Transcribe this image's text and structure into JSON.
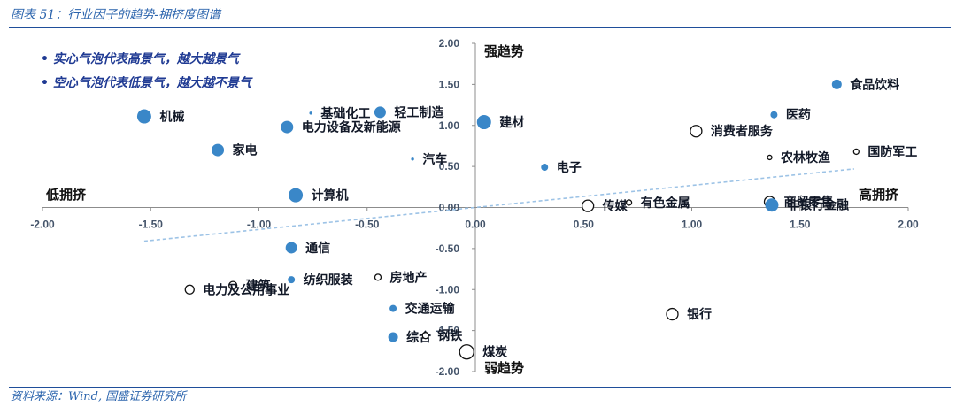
{
  "header": {
    "title": "图表 51：行业因子的趋势-拥挤度图谱"
  },
  "footer": {
    "source": "资料来源：Wind, 国盛证券研究所"
  },
  "colors": {
    "filled": "#3a87c8",
    "hollow_stroke": "#111111",
    "trend": "#9dc3e6",
    "rule": "#1f4e9a"
  },
  "chart_data": {
    "type": "scatter",
    "title": "",
    "xlabel": "",
    "ylabel": "",
    "xlim": [
      -2,
      2
    ],
    "ylim": [
      -2,
      2
    ],
    "x_ticks": [
      "-2.00",
      "-1.50",
      "-1.00",
      "-0.50",
      "0.00",
      "0.50",
      "1.00",
      "1.50",
      "2.00"
    ],
    "y_ticks": [
      "-2.00",
      "-1.50",
      "-1.00",
      "-0.50",
      "0.00",
      "0.50",
      "1.00",
      "1.50",
      "2.00"
    ],
    "quadrant_labels": {
      "top": "强趋势",
      "bottom": "弱趋势",
      "left": "低拥挤",
      "right": "高拥挤"
    },
    "legend": [
      "• 实心气泡代表高景气，越大越景气",
      "• 空心气泡代表低景气，越大越不景气"
    ],
    "trend_line": {
      "x": [
        -1.53,
        1.75
      ],
      "y": [
        -0.41,
        0.47
      ]
    },
    "points": [
      {
        "label": "食品饮料",
        "x": 1.67,
        "y": 1.5,
        "r": 5,
        "filled": true
      },
      {
        "label": "医药",
        "x": 1.38,
        "y": 1.13,
        "r": 3.5,
        "filled": true
      },
      {
        "label": "机械",
        "x": -1.53,
        "y": 1.11,
        "r": 7.5,
        "filled": true
      },
      {
        "label": "基础化工",
        "x": -0.76,
        "y": 1.15,
        "r": 1.2,
        "filled": true
      },
      {
        "label": "轻工制造",
        "x": -0.44,
        "y": 1.16,
        "r": 6,
        "filled": true
      },
      {
        "label": "电力设备及新能源",
        "x": -0.87,
        "y": 0.98,
        "r": 6.5,
        "filled": true
      },
      {
        "label": "建材",
        "x": 0.04,
        "y": 1.04,
        "r": 7.5,
        "filled": true
      },
      {
        "label": "消费者服务",
        "x": 1.02,
        "y": 0.93,
        "r": 6.5,
        "filled": false
      },
      {
        "label": "家电",
        "x": -1.19,
        "y": 0.7,
        "r": 6.5,
        "filled": true
      },
      {
        "label": "汽车",
        "x": -0.29,
        "y": 0.59,
        "r": 1.2,
        "filled": true
      },
      {
        "label": "农林牧渔",
        "x": 1.36,
        "y": 0.61,
        "r": 2.5,
        "filled": false
      },
      {
        "label": "国防军工",
        "x": 1.76,
        "y": 0.68,
        "r": 3,
        "filled": false
      },
      {
        "label": "电子",
        "x": 0.32,
        "y": 0.49,
        "r": 3.5,
        "filled": true
      },
      {
        "label": "计算机",
        "x": -0.83,
        "y": 0.15,
        "r": 7.5,
        "filled": true
      },
      {
        "label": "商贸零售",
        "x": 1.36,
        "y": 0.07,
        "r": 6,
        "filled": false
      },
      {
        "label": "非银行金融",
        "x": 1.37,
        "y": 0.03,
        "r": 7,
        "filled": true
      },
      {
        "label": "传媒",
        "x": 0.52,
        "y": 0.02,
        "r": 6.5,
        "filled": false
      },
      {
        "label": "有色金属",
        "x": 0.71,
        "y": 0.06,
        "r": 3,
        "filled": false
      },
      {
        "label": "通信",
        "x": -0.85,
        "y": -0.49,
        "r": 6,
        "filled": true
      },
      {
        "label": "纺织服装",
        "x": -0.85,
        "y": -0.88,
        "r": 3.5,
        "filled": true
      },
      {
        "label": "建筑",
        "x": -1.12,
        "y": -0.95,
        "r": 4.5,
        "filled": false
      },
      {
        "label": "电力及公用事业",
        "x": -1.32,
        "y": -1.0,
        "r": 5,
        "filled": false
      },
      {
        "label": "房地产",
        "x": -0.45,
        "y": -0.85,
        "r": 3.5,
        "filled": false
      },
      {
        "label": "交通运输",
        "x": -0.38,
        "y": -1.23,
        "r": 3.5,
        "filled": true
      },
      {
        "label": "银行",
        "x": 0.91,
        "y": -1.3,
        "r": 6.5,
        "filled": false
      },
      {
        "label": "综合",
        "x": -0.38,
        "y": -1.58,
        "r": 5,
        "filled": true
      },
      {
        "label": "钢铁",
        "x": -0.23,
        "y": -1.56,
        "r": 3.5,
        "filled": false
      },
      {
        "label": "煤炭",
        "x": -0.04,
        "y": -1.76,
        "r": 8,
        "filled": false
      }
    ]
  }
}
